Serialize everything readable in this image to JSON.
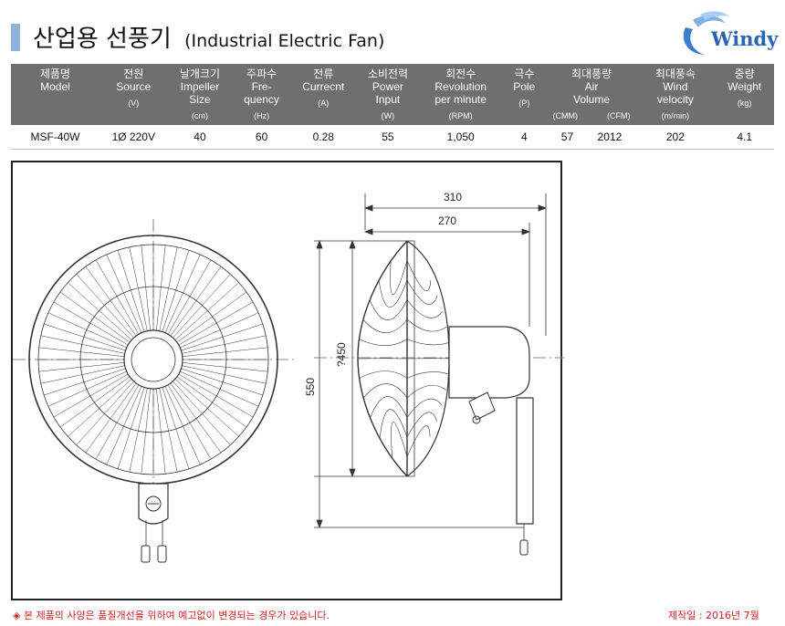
{
  "header": {
    "title_ko": "산업용 선풍기",
    "title_en": "(Industrial Electric Fan)",
    "logo_text": "Windy",
    "accent_color": "#8fb3dc",
    "logo_color": "#2a64b4"
  },
  "spec_table": {
    "columns": [
      {
        "ko": "제품명",
        "en": "Model",
        "unit": ""
      },
      {
        "ko": "전원",
        "en": "Source",
        "unit": "(V)"
      },
      {
        "ko": "날개크기",
        "en": "Impeller Size",
        "unit": "(cm)"
      },
      {
        "ko": "주파수",
        "en": "Fre- quency",
        "unit": "(Hz)"
      },
      {
        "ko": "전류",
        "en": "Currecnt",
        "unit": "(A)"
      },
      {
        "ko": "소비전력",
        "en": "Power Input",
        "unit": "(W)"
      },
      {
        "ko": "회전수",
        "en": "Revolution per minute",
        "unit": "(RPM)"
      },
      {
        "ko": "극수",
        "en": "Pole",
        "unit": "(P)"
      },
      {
        "ko": "최대풍량",
        "en": "Air Volume",
        "unit": "",
        "unit_a": "(CMM)",
        "unit_b": "(CFM)"
      },
      {
        "ko": "최대풍속",
        "en": "Wind velocity",
        "unit": "(m/min)"
      },
      {
        "ko": "중량",
        "en": "Weight",
        "unit": "(kg)"
      }
    ],
    "row": {
      "model": "MSF-40W",
      "source": "1Ø 220V",
      "size": "40",
      "frequency": "60",
      "current": "0.28",
      "power": "55",
      "rpm": "1,050",
      "pole": "4",
      "cmm": "57",
      "cfm": "2012",
      "velocity": "202",
      "weight": "4.1"
    },
    "header_color": "#6f6f6f"
  },
  "drawing": {
    "dim_total_depth": "310",
    "dim_guard_depth": "270",
    "dim_guard_dia": "?450",
    "dim_height": "550"
  },
  "footer": {
    "note": "◈ 본 제품의 사양은 품질개선을 위하여 예고없이 변경되는 경우가 있습니다.",
    "date": "제작일 : 2016년 7월",
    "note_color": "#d21f1f"
  }
}
